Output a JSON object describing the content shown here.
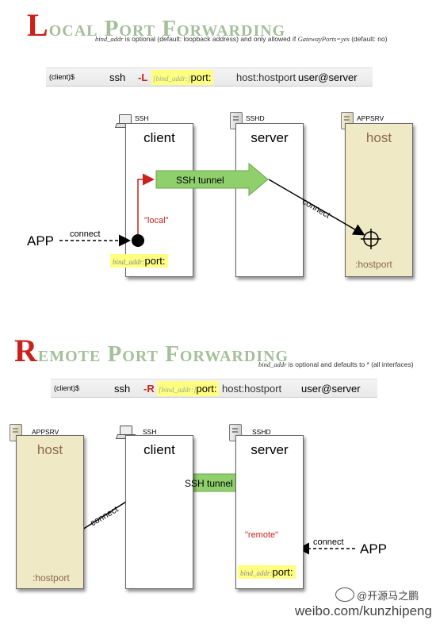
{
  "local": {
    "title_initial": "L",
    "title_rest": "ocal Port Forwarding",
    "note_bind": "bind_addr",
    "note_mid": " is optional (default: loopback address) and only allowed if ",
    "note_gp": "GatewayPorts=yes",
    "note_end": " (default: no)",
    "cmd": {
      "prompt": "(client)$",
      "ssh": "ssh",
      "flag": "-L",
      "bind": "[bind_addr:]",
      "port": "port:",
      "hostport": "host:hostport",
      "userhost": "user@server"
    },
    "icons": {
      "client": "SSH",
      "server": "SSHD",
      "host": "APPSRV"
    },
    "boxes": {
      "client": "client",
      "server": "server",
      "host": "host"
    },
    "tunnel": "SSH tunnel",
    "connect_app": "connect",
    "connect_host": "connect",
    "local_label": "\"local\"",
    "app": "APP",
    "bindport_bind": "bind_addr:",
    "bindport_port": "port:",
    "hostport": ":hostport"
  },
  "remote": {
    "title_initial": "R",
    "title_rest": "emote Port Forwarding",
    "note_bind": "bind_addr",
    "note_rest": " is optional and defaults to * (all interfaces)",
    "cmd": {
      "prompt": "(client)$",
      "ssh": "ssh",
      "flag": "-R",
      "bind": "[bind_addr:]",
      "port": "port:",
      "hostport": "host:hostport",
      "userhost": "user@server"
    },
    "icons": {
      "host": "APPSRV",
      "client": "SSH",
      "server": "SSHD"
    },
    "boxes": {
      "host": "host",
      "client": "client",
      "server": "server"
    },
    "tunnel": "SSH tunnel",
    "connect_host": "connect",
    "connect_app": "connect",
    "remote_label": "\"remote\"",
    "app": "APP",
    "bindport_bind": "bind_addr:",
    "bindport_port": "port:",
    "hostport": ":hostport"
  },
  "watermark": {
    "handle": "@开源马之鹏",
    "url": "weibo.com/kunzhipeng"
  },
  "colors": {
    "title_green": "#a4bf9a",
    "title_red": "#c8221a",
    "host_box": "#efe9c6",
    "tunnel_green": "#8fd06c",
    "highlight": "#ffff80"
  }
}
